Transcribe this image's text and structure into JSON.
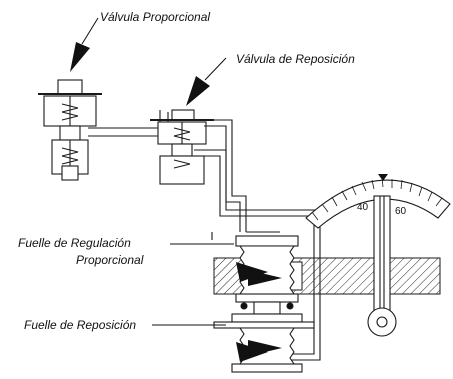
{
  "labels": {
    "valvula_proporcional": "Válvula Proporcional",
    "valvula_reposicion": "Válvula de Reposición",
    "fuelle_regulacion_line1": "Fuelle de Regulación",
    "fuelle_regulacion_line2": "Proporcional",
    "fuelle_reposicion": "Fuelle de Reposición"
  },
  "gauge": {
    "tick_40": "40",
    "tick_60": "60"
  },
  "colors": {
    "line": "#1a1a1a",
    "fill": "#ffffff",
    "hatch": "#2a2a2a"
  }
}
